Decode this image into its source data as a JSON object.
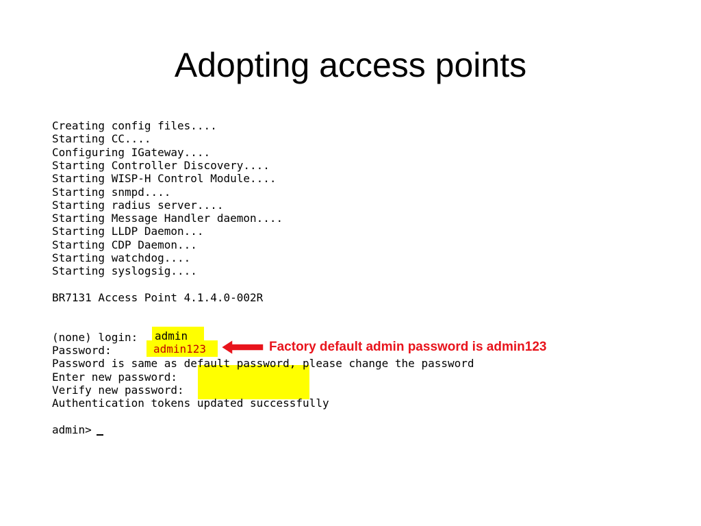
{
  "slide": {
    "title": "Adopting access points"
  },
  "terminal": {
    "lines": [
      "Creating config files....",
      "Starting CC....",
      "Configuring IGateway....",
      "Starting Controller Discovery....",
      "Starting WISP-H Control Module....",
      "Starting snmpd....",
      "Starting radius server....",
      "Starting Message Handler daemon....",
      "Starting LLDP Daemon...",
      "Starting CDP Daemon...",
      "Starting watchdog....",
      "Starting syslogsig....",
      "",
      "BR7131 Access Point 4.1.4.0-002R",
      "",
      "",
      "(none) login:",
      "Password:",
      "Password is same as default password, please change the password",
      "Enter new password:",
      "Verify new password:",
      "Authentication tokens updated successfully",
      "",
      "admin>"
    ],
    "login_value": "admin",
    "password_value": "admin123"
  },
  "annotation": {
    "text": "Factory default admin password is admin123",
    "color": "#e8141c",
    "highlight_color": "#ffff00"
  }
}
